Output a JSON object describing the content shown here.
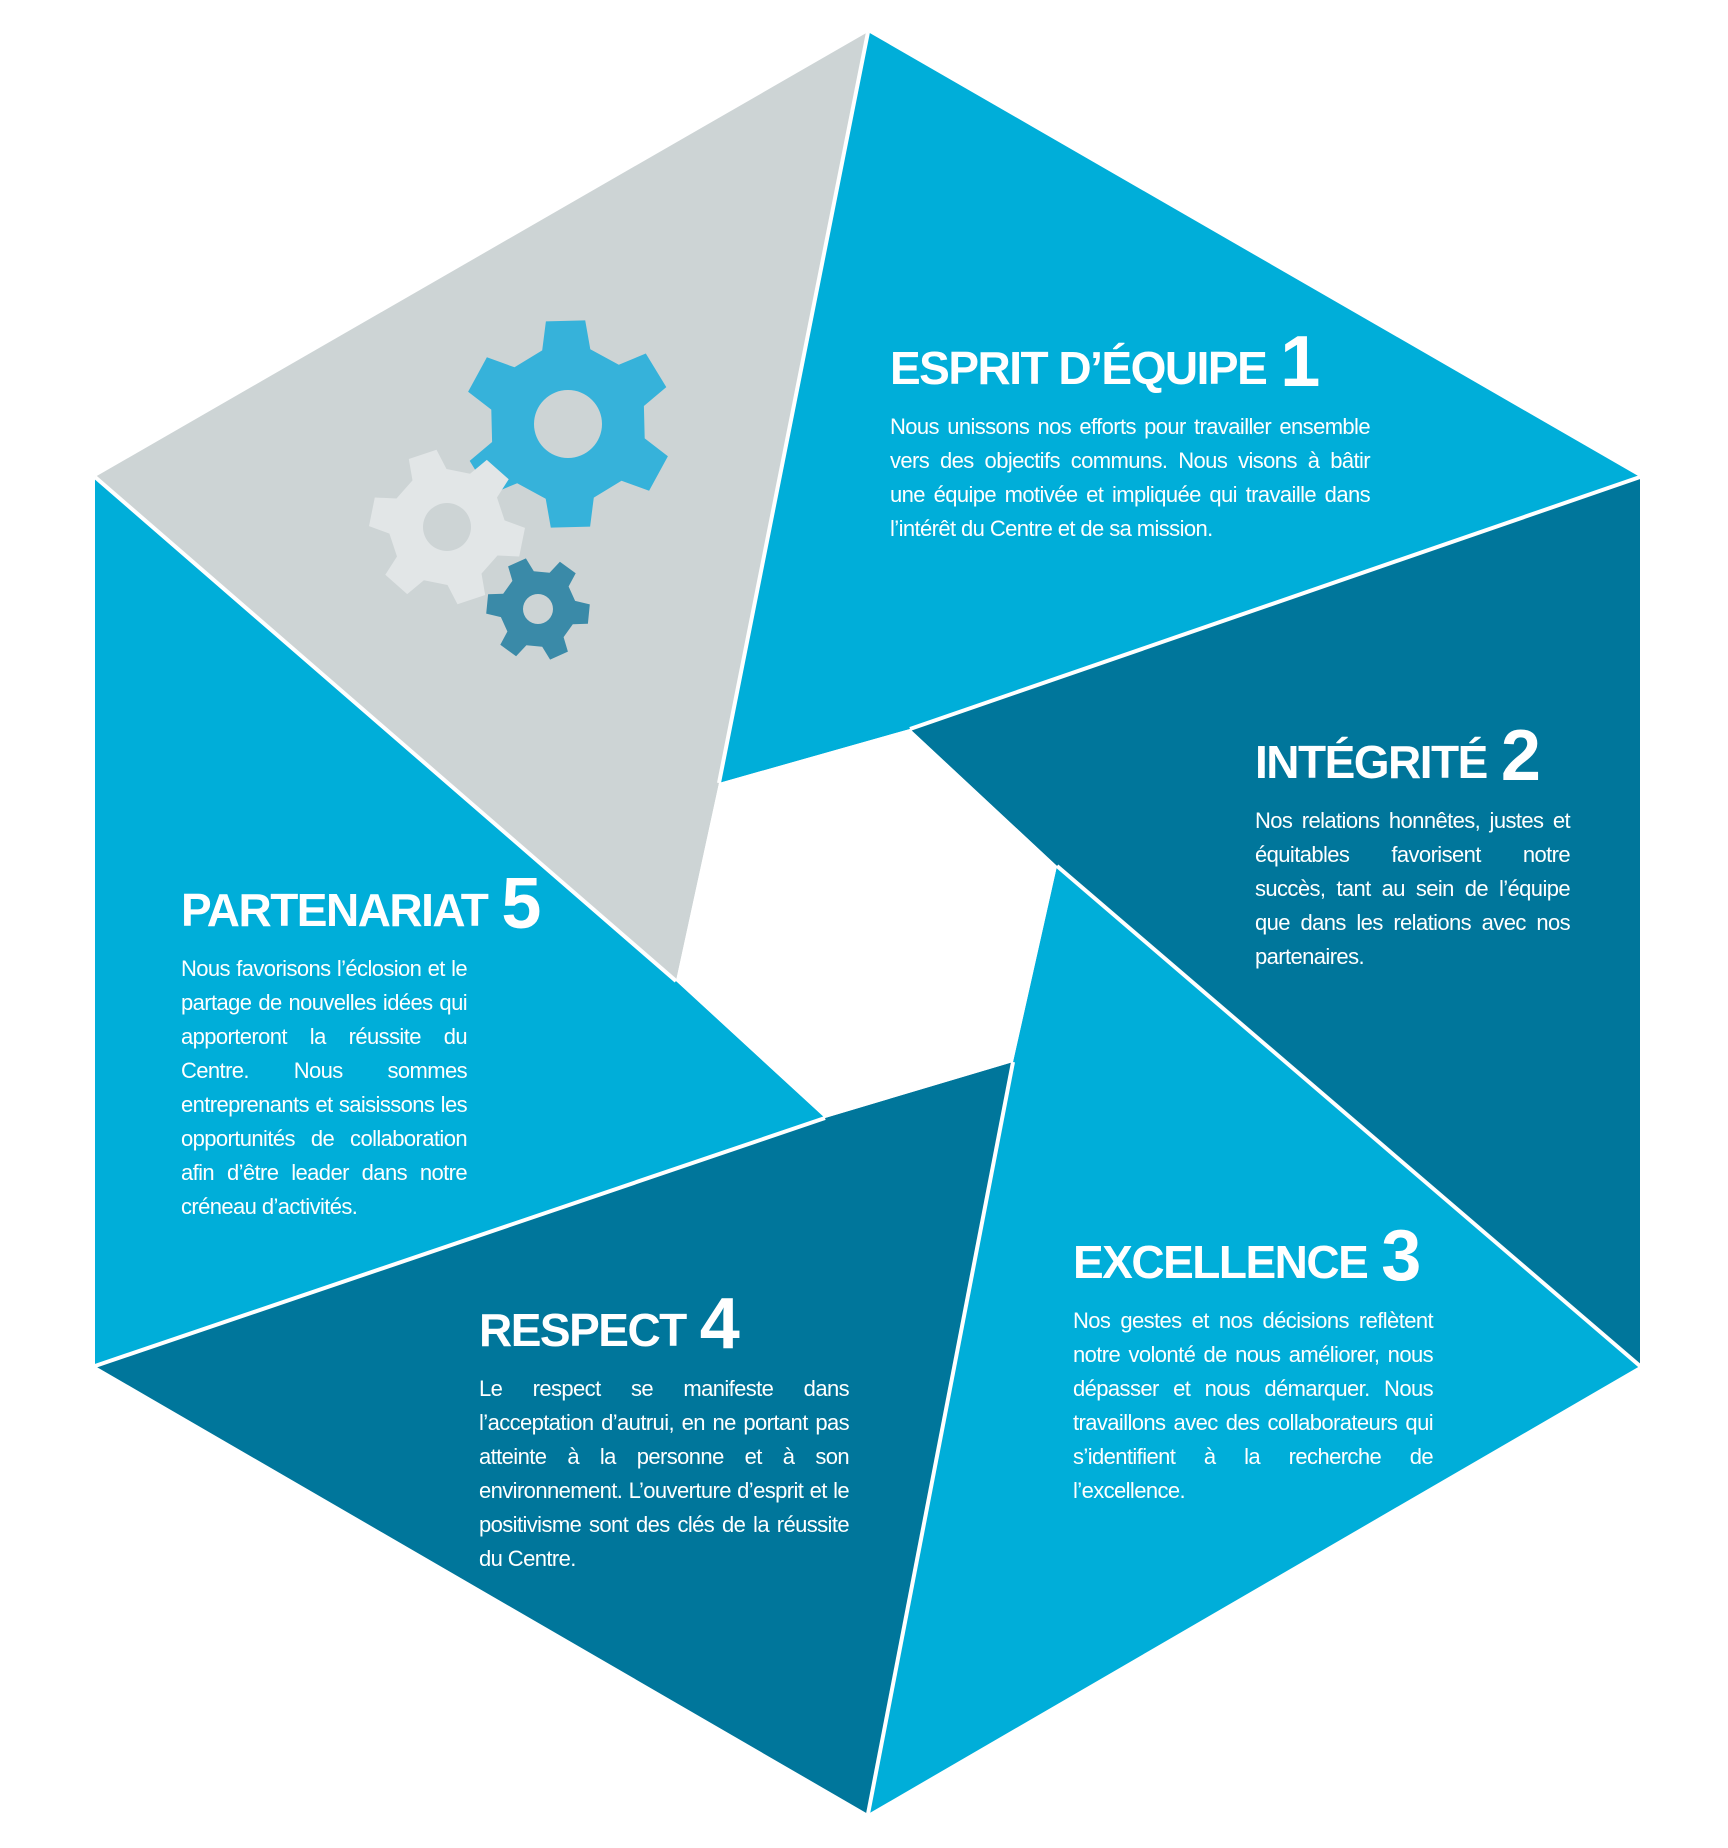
{
  "colors": {
    "light_blue": "#00aed9",
    "dark_blue": "#00769b",
    "gray": "#cdd4d5",
    "gear_blue": "#36b2da",
    "gear_gray": "#e2e6e7",
    "gear_dark": "#3a8aa8",
    "separator": "#ffffff"
  },
  "values": [
    {
      "title": "ESPRIT D’ÉQUIPE",
      "number": "1",
      "description": "Nous unissons nos efforts pour travailler ensemble vers des objectifs communs. Nous visons à bâtir une équipe motivée et impliquée qui travaille dans l’intérêt du Centre et de sa mission."
    },
    {
      "title": "INTÉGRITÉ",
      "number": "2",
      "description": "Nos relations honnêtes, justes et équitables favorisent notre succès, tant au sein de l’équipe que dans les relations avec nos partenaires."
    },
    {
      "title": "EXCELLENCE",
      "number": "3",
      "description": "Nos gestes et nos décisions reflètent notre volonté de nous améliorer, nous dépasser et nous démarquer. Nous travaillons avec des collaborateurs qui s’identifient à la recherche de l’excellence."
    },
    {
      "title": "RESPECT",
      "number": "4",
      "description": "Le respect se manifeste dans l’acceptation d’autrui, en ne portant pas atteinte à la personne et à son environnement. L’ouverture d’esprit et le positivisme sont des clés de la réussite du Centre."
    },
    {
      "title": "PARTENARIAT",
      "number": "5",
      "description": "Nous favorisons l’éclosion et le partage de nouvelles idées qui apporteront la réussite du Centre. Nous sommes entreprenants et saisissons les opportunités de collaboration afin d’être leader dans notre créneau d’activités."
    }
  ],
  "icons": {
    "gears": "gears-icon"
  }
}
